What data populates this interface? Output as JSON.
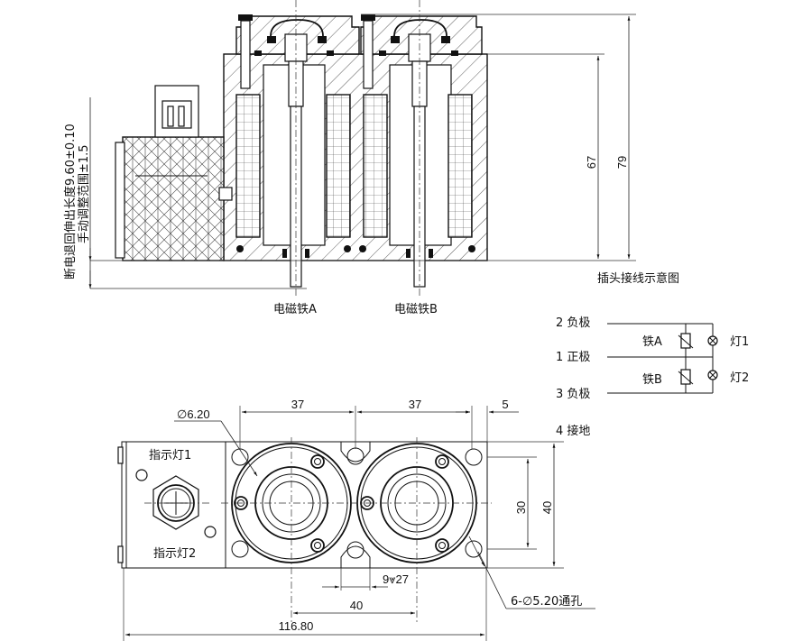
{
  "drawing": {
    "side_view": {
      "labels": {
        "solenoid_a": "电磁铁A",
        "solenoid_b": "电磁铁B",
        "retract_note_line1": "断电退回伸出长度9.60±0.10",
        "retract_note_line2": "手动调整范围±1.5"
      },
      "dimensions": {
        "height_body": "67",
        "height_total": "79"
      }
    },
    "wiring_diagram": {
      "title": "插头接线示意图",
      "pins": [
        {
          "label": "2 负极"
        },
        {
          "label": "1 正极"
        },
        {
          "label": "3 负极"
        },
        {
          "label": "4  接地"
        }
      ],
      "coils": [
        {
          "label": "铁A"
        },
        {
          "label": "铁B"
        }
      ],
      "lamps": [
        {
          "label": "灯1"
        },
        {
          "label": "灯2"
        }
      ]
    },
    "top_view": {
      "labels": {
        "indicator_1": "指示灯1",
        "indicator_2": "指示灯2"
      },
      "dimensions": {
        "pitch_a": "37",
        "pitch_b": "37",
        "edge_offset": "5",
        "hole_dia": "∅6.20",
        "mount_holes": "6-∅5.20通孔",
        "counterbore": "9⩔27",
        "center_distance": "40",
        "hole_spacing_v": "30",
        "width": "40",
        "total_length": "116.80"
      }
    }
  }
}
